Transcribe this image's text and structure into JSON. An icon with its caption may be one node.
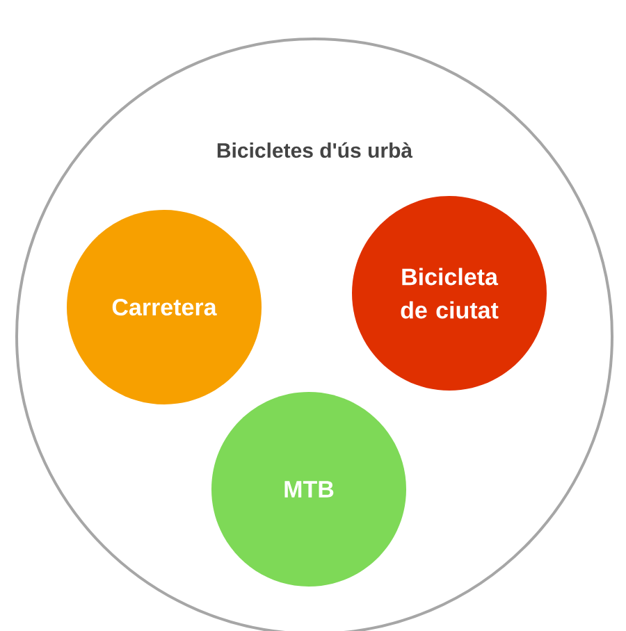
{
  "diagram": {
    "nodes": [
      {
        "text": [
          "Bicicletes d'ús urbà"
        ]
      },
      {
        "text": [
          "Carretera"
        ],
        "in": 0
      },
      {
        "text": [
          "Bicicleta de ciutat"
        ],
        "in": 0
      },
      {
        "text": [
          "MTB"
        ],
        "in": 0
      }
    ],
    "edges": []
  }
}
